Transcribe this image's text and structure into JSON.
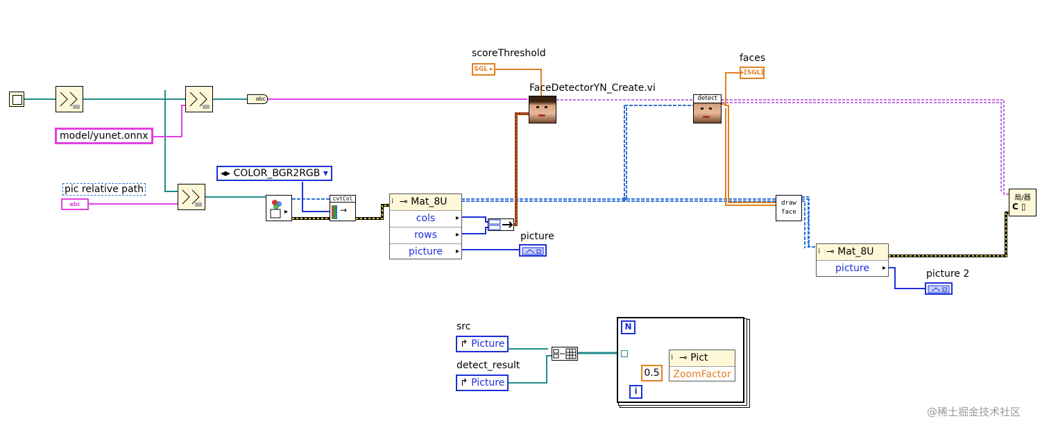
{
  "labels": {
    "score_threshold": "scoreThreshold",
    "create_vi": "FaceDetectorYN_Create.vi",
    "faces": "faces",
    "pic_relative_path": "pic relative path",
    "picture": "picture",
    "picture2": "picture 2",
    "src": "src",
    "detect_result": "detect_result"
  },
  "constants": {
    "model_path": "model/yunet.onnx",
    "color_enum": "COLOR_BGR2RGB",
    "zoom_value": "0.5"
  },
  "terminals": {
    "sgl": "SGL",
    "sgl_array": "[SGL]",
    "abc": "abc",
    "ctrl": "abc"
  },
  "nodes": {
    "cvtcolor": "cvtCol",
    "detect": "detect",
    "draw_face_line1": "draw",
    "draw_face_line2": "face",
    "glyph_cast": "局/器"
  },
  "mat_node_1": {
    "title": "Mat_8U",
    "rows": [
      "cols",
      "rows",
      "picture"
    ]
  },
  "mat_node_2": {
    "title": "Mat_8U",
    "rows": [
      "picture"
    ]
  },
  "pict_node": {
    "title": "Pict",
    "rows": [
      "ZoomFactor"
    ]
  },
  "picture_refs": {
    "src": "Picture",
    "detect": "Picture"
  },
  "loop": {
    "count_terminal": "N",
    "index_terminal": "i"
  },
  "watermark": "@稀土掘金技术社区",
  "colors": {
    "path_wire": "#1f8a8a",
    "string_wire": "#e040e0",
    "refnum_wire": "#1a2fd8",
    "cluster_wire": "#b08a00",
    "float_wire": "#e08020",
    "class_wire": "#c070e0"
  }
}
